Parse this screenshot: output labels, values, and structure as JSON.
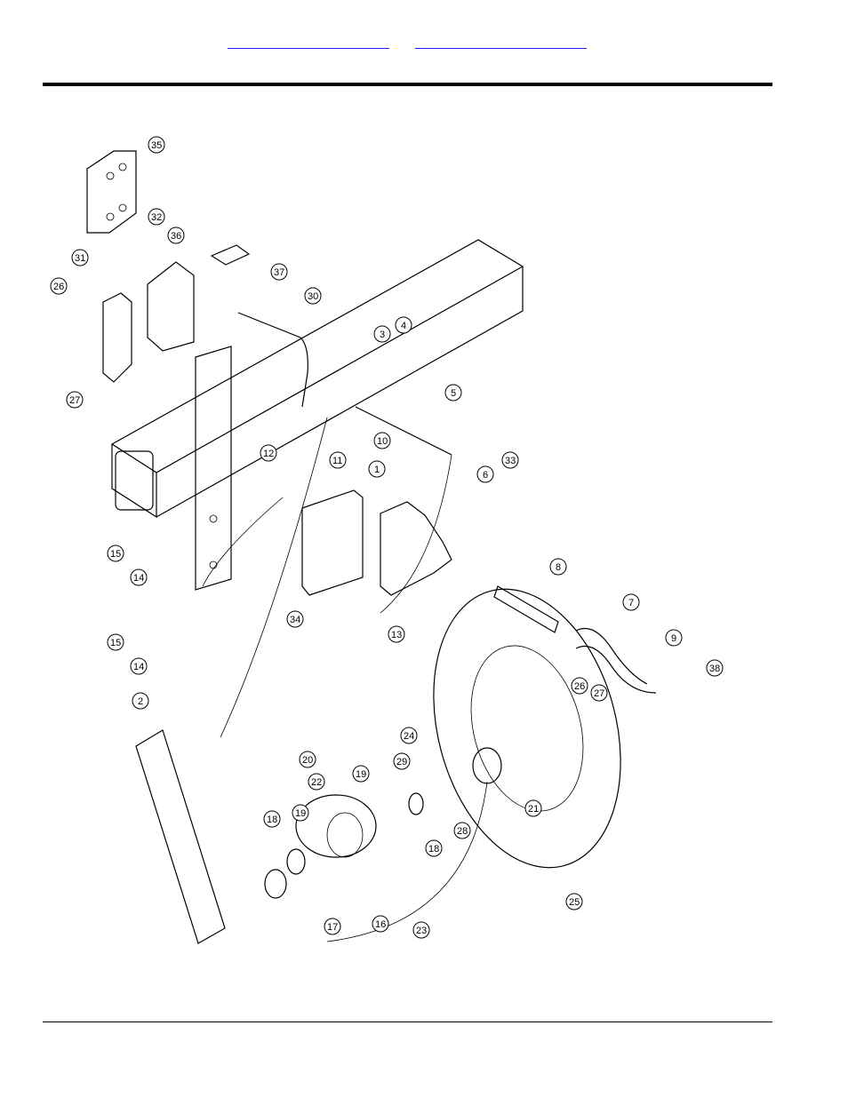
{
  "header": {
    "links": [
      "",
      ""
    ]
  },
  "diagram": {
    "callouts": [
      "35",
      "32",
      "36",
      "37",
      "31",
      "26",
      "30",
      "27",
      "3",
      "4",
      "5",
      "11",
      "12",
      "10",
      "33",
      "1",
      "6",
      "15",
      "14",
      "34",
      "8",
      "7",
      "13",
      "15",
      "14",
      "9",
      "38",
      "26",
      "27",
      "2",
      "24",
      "20",
      "29",
      "22",
      "19",
      "21",
      "18",
      "19",
      "28",
      "18",
      "25",
      "17",
      "16",
      "23"
    ]
  }
}
